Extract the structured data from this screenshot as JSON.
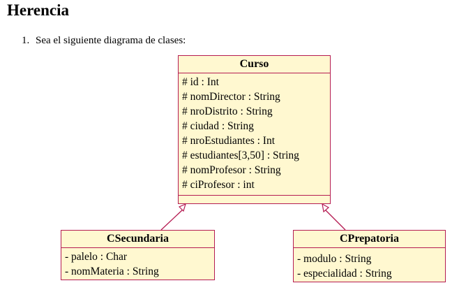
{
  "heading": "Herencia",
  "item": {
    "number": "1.",
    "text": "Sea el siguiente diagrama de clases:"
  },
  "diagram": {
    "colors": {
      "border": "#b51c52",
      "fill": "#fff8d0"
    },
    "classes": {
      "curso": {
        "name": "Curso",
        "attributes": [
          "# id : Int",
          "# nomDirector : String",
          "# nroDistrito : String",
          "# ciudad : String",
          "# nroEstudiantes : Int",
          "# estudiantes[3,50] : String",
          "# nomProfesor : String",
          "# ciProfesor : int"
        ]
      },
      "csecundaria": {
        "name": "CSecundaria",
        "attributes": [
          "- palelo : Char",
          "- nomMateria : String"
        ]
      },
      "cprepatoria": {
        "name": "CPrepatoria",
        "attributes": [
          "- modulo : String",
          "- especialidad : String"
        ]
      }
    },
    "relations": [
      {
        "type": "inheritance",
        "from": "CSecundaria",
        "to": "Curso"
      },
      {
        "type": "inheritance",
        "from": "CPrepatoria",
        "to": "Curso"
      }
    ]
  }
}
